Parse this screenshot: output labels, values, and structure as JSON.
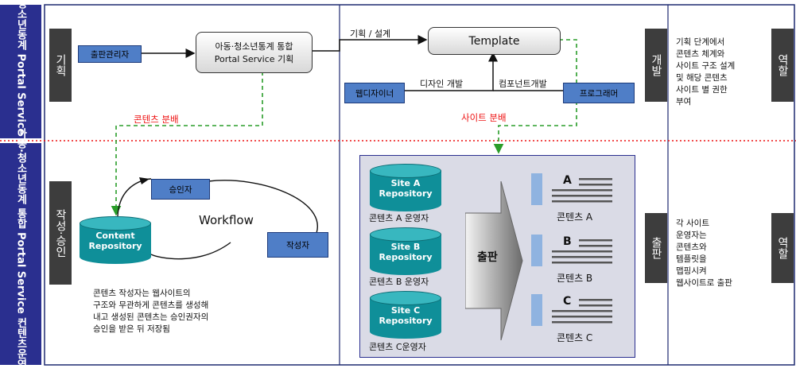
{
  "left_bands": {
    "top": "아동·청소년동계 Portal Service 총괄팀",
    "bottom": "아동·청소년동계 통합 Portal Service 컨텐츠운영팀"
  },
  "stages": {
    "plan": "기획",
    "write_approve": "작성·승인",
    "develop": "개발",
    "publish": "출판",
    "role_top": "역할",
    "role_bottom": "역할"
  },
  "top": {
    "publisher_box": "출판관리자",
    "portal_box_line1": "아동·청소년통계 통합",
    "portal_box_line2": "Portal Service 기획",
    "template_box": "Template",
    "edge_plan_design": "기획 / 설계",
    "designer_box": "웹디자이너",
    "edge_design_dev": "디자인 개발",
    "edge_component_dev": "컴포넌트개발",
    "programmer_box": "프로그래머",
    "content_dist": "콘텐츠 분배",
    "site_dist": "사이트 분배"
  },
  "bottom_left": {
    "repo_line1": "Content",
    "repo_line2": "Repository",
    "approver_box": "승인자",
    "writer_box": "작성자",
    "workflow": "Workflow",
    "desc_lines": [
      "콘텐츠 작성자는 웹사이트의",
      "구조와 무관하게 콘텐츠를 생성해",
      "내고 생성된 콘텐츠는 승인권자의",
      "승인을 받은 뒤 저장됨"
    ]
  },
  "publish_panel": {
    "sites": [
      {
        "line1": "Site A",
        "line2": "Repository",
        "operator": "콘텐츠 A 운영자"
      },
      {
        "line1": "Site B",
        "line2": "Repository",
        "operator": "콘텐츠 B 운영자"
      },
      {
        "line1": "Site C",
        "line2": "Repository",
        "operator": "콘텐츠 C운영자"
      }
    ],
    "arrow_label": "출판",
    "docs": [
      {
        "letter": "A",
        "caption": "콘텐츠 A"
      },
      {
        "letter": "B",
        "caption": "콘텐츠 B"
      },
      {
        "letter": "C",
        "caption": "콘텐츠 C"
      }
    ]
  },
  "roles": {
    "top_lines": [
      "기획 단계에서",
      "콘텐츠 체계와",
      "사이트 구조 설계",
      "및 해당 콘텐츠",
      "사이트 별 권한",
      "부여"
    ],
    "bottom_lines": [
      "각 사이트",
      "운영자는",
      "콘텐츠와",
      "템플릿을",
      "맵핑시켜",
      "웹사이트로 출판"
    ]
  },
  "colors": {
    "band": "#2a2f8f",
    "stage": "#3d3d3d",
    "box_blue": "#4f7ec7",
    "repo_teal": "#0f8f99",
    "dash_green": "#2a9d2a",
    "divider_red": "#e11"
  }
}
